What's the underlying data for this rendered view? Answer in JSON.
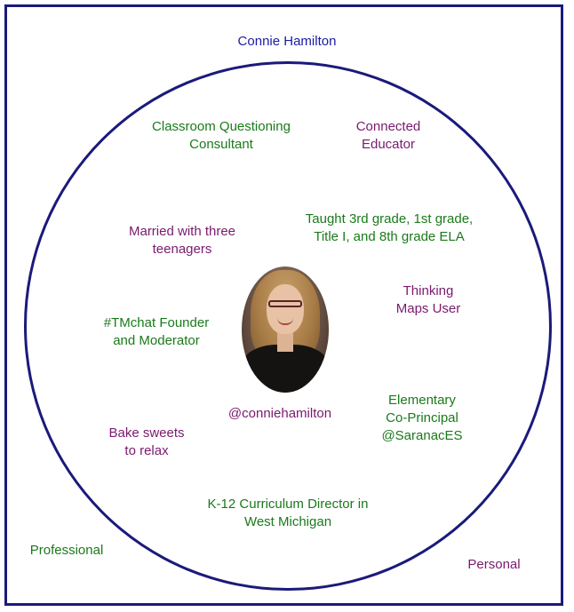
{
  "diagram": {
    "title": "Connie Hamilton",
    "handle": "@conniehamilton",
    "legend": {
      "professional": "Professional",
      "personal": "Personal"
    },
    "colors": {
      "professional": "#1a7a1a",
      "personal": "#7a1a6e",
      "title": "#1a1aa8",
      "border": "#1b1a7a"
    },
    "items": {
      "questioning": "Classroom Questioning\nConsultant",
      "connected": "Connected\nEducator",
      "married": "Married with three\nteenagers",
      "taught": "Taught 3rd grade, 1st grade,\nTitle I, and 8th grade ELA",
      "thinking_maps": "Thinking\nMaps User",
      "tmchat": "#TMchat Founder\nand Moderator",
      "co_principal": "Elementary\nCo-Principal\n@SaranacES",
      "bake": "Bake sweets\nto relax",
      "curriculum": "K-12 Curriculum Director in\nWest Michigan"
    }
  }
}
